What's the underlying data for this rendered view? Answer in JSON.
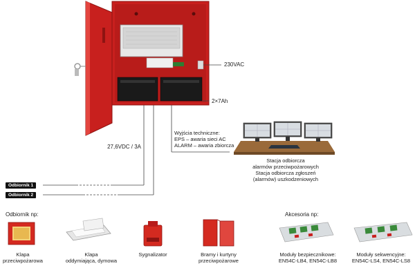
{
  "labels": {
    "mains": "230VAC",
    "battery": "2×7Ah",
    "output_voltage": "27,6VDC / 3A",
    "tech_outputs": [
      "Wyjścia techniczne:",
      "EPS – awaria sieci AC",
      "ALARM – awaria zbiorcza"
    ],
    "station": [
      "Stacja odbiorcza",
      "alarmów przeciwpożarowych",
      "Stacja odbiorcza zgłoszeń",
      "(alarmów) uszkodzeniowych"
    ],
    "receiver_1": "Odbiornik 1",
    "receiver_2": "Odbiornik 2",
    "receivers_heading": "Odbiornik np:",
    "accessories_heading": "Akcesoria np:"
  },
  "receivers": [
    {
      "lines": [
        "Klapa",
        "przeciwpożarowa"
      ]
    },
    {
      "lines": [
        "Klapa",
        "oddymiająca, dymowa"
      ]
    },
    {
      "lines": [
        "Sygnalizator"
      ]
    },
    {
      "lines": [
        "Bramy i kurtyny",
        "przeciwpożarowe"
      ]
    }
  ],
  "accessories": [
    {
      "lines": [
        "Moduły bezpiecznikowe:",
        "EN54C-LB4, EN54C-LB8"
      ]
    },
    {
      "lines": [
        "Moduły sekwencyjne:",
        "EN54C-LS4, EN54C-LS8"
      ]
    }
  ],
  "colors": {
    "enclosure_red": "#c8201e",
    "enclosure_dark": "#8e1412",
    "battery_black": "#1a1a1a",
    "desk_wood": "#9a6a3a",
    "pcb_green": "#3a8a3a"
  }
}
